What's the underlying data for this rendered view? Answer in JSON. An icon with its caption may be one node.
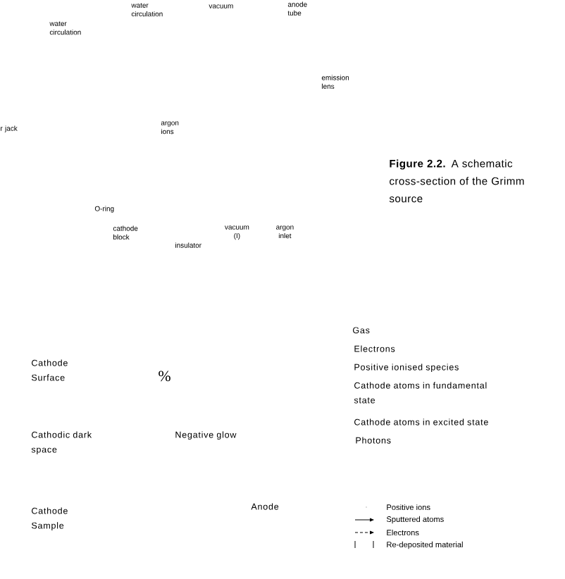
{
  "diagram": {
    "caption": "**Figure 2.2.** A schematic cross-section of the Grimm source",
    "labels": [
      "water circulation",
      "vacuum",
      "anode tube",
      "water circulation",
      "emission lens",
      "r jack",
      "argon ions",
      "O-ring",
      "cathode block",
      "insulator",
      "vacuum (I)",
      "argon inlet",
      "Gas",
      "Electrons",
      "Positive ionised species",
      "Cathode atoms in fundamental state",
      "Cathode atoms in excited state",
      "Photons",
      "Cathode Surface",
      "%",
      "Cathodic dark space",
      "Negative glow",
      "Cathode Sample",
      "Anode"
    ],
    "legend": [
      {
        "text": "Positive ions"
      },
      {
        "text": "Sputtered atoms"
      },
      {
        "text": "Electrons"
      },
      {
        "text": "Re-deposited material"
      }
    ]
  }
}
